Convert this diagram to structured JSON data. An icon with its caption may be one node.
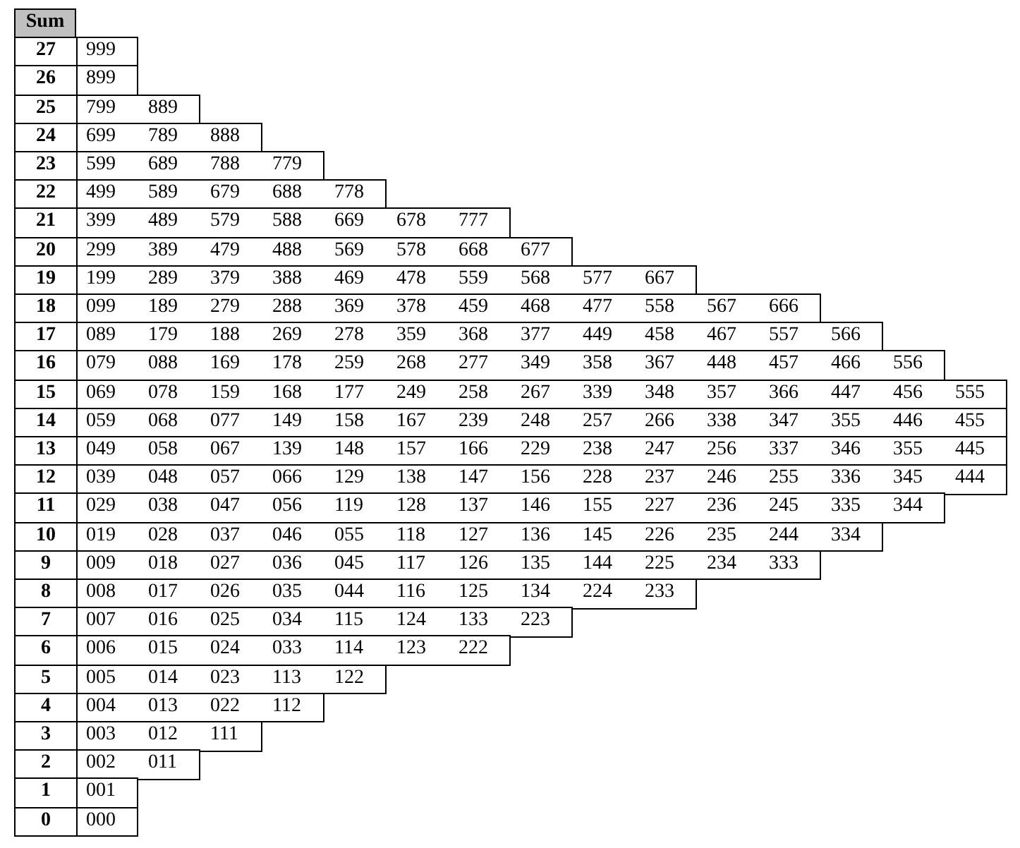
{
  "diagram": {
    "nodes": [
      {
        "text": [
          "Sum"
        ]
      },
      {
        "text": [
          "27",
          "999"
        ]
      },
      {
        "text": [
          "26",
          "899"
        ]
      },
      {
        "text": [
          "25",
          "799",
          "889"
        ]
      },
      {
        "text": [
          "24",
          "699",
          "789",
          "888"
        ]
      },
      {
        "text": [
          "23",
          "599",
          "689",
          "788",
          "779"
        ]
      },
      {
        "text": [
          "22",
          "499",
          "589",
          "679",
          "688",
          "778"
        ]
      },
      {
        "text": [
          "21",
          "399",
          "489",
          "579",
          "588",
          "669",
          "678",
          "777"
        ]
      },
      {
        "text": [
          "20",
          "299",
          "389",
          "479",
          "488",
          "569",
          "578",
          "668",
          "677"
        ]
      },
      {
        "text": [
          "19",
          "199",
          "289",
          "379",
          "388",
          "469",
          "478",
          "559",
          "568",
          "577",
          "667"
        ]
      },
      {
        "text": [
          "18",
          "099",
          "189",
          "279",
          "288",
          "369",
          "378",
          "459",
          "468",
          "477",
          "558",
          "567",
          "666"
        ]
      },
      {
        "text": [
          "17",
          "089",
          "179",
          "188",
          "269",
          "278",
          "359",
          "368",
          "377",
          "449",
          "458",
          "467",
          "557",
          "566"
        ]
      },
      {
        "text": [
          "16",
          "079",
          "088",
          "169",
          "178",
          "259",
          "268",
          "277",
          "349",
          "358",
          "367",
          "448",
          "457",
          "466",
          "556"
        ]
      },
      {
        "text": [
          "15",
          "069",
          "078",
          "159",
          "168",
          "177",
          "249",
          "258",
          "267",
          "339",
          "348",
          "357",
          "366",
          "447",
          "456",
          "555"
        ]
      },
      {
        "text": [
          "14",
          "059",
          "068",
          "077",
          "149",
          "158",
          "167",
          "239",
          "248",
          "257",
          "266",
          "338",
          "347",
          "355",
          "446",
          "455"
        ]
      },
      {
        "text": [
          "13",
          "049",
          "058",
          "067",
          "139",
          "148",
          "157",
          "166",
          "229",
          "238",
          "247",
          "256",
          "337",
          "346",
          "355",
          "445"
        ]
      },
      {
        "text": [
          "12",
          "039",
          "048",
          "057",
          "066",
          "129",
          "138",
          "147",
          "156",
          "228",
          "237",
          "246",
          "255",
          "336",
          "345",
          "444"
        ]
      },
      {
        "text": [
          "11",
          "029",
          "038",
          "047",
          "056",
          "119",
          "128",
          "137",
          "146",
          "155",
          "227",
          "236",
          "245",
          "335",
          "344"
        ]
      },
      {
        "text": [
          "10",
          "019",
          "028",
          "037",
          "046",
          "055",
          "118",
          "127",
          "136",
          "145",
          "226",
          "235",
          "244",
          "334"
        ]
      },
      {
        "text": [
          "9",
          "009",
          "018",
          "027",
          "036",
          "045",
          "117",
          "126",
          "135",
          "144",
          "225",
          "234",
          "333"
        ]
      },
      {
        "text": [
          "8",
          "008",
          "017",
          "026",
          "035",
          "044",
          "116",
          "125",
          "134",
          "224",
          "233"
        ]
      },
      {
        "text": [
          "7",
          "007",
          "016",
          "025",
          "034",
          "115",
          "124",
          "133",
          "223"
        ]
      },
      {
        "text": [
          "6",
          "006",
          "015",
          "024",
          "033",
          "114",
          "123",
          "222"
        ]
      },
      {
        "text": [
          "5",
          "005",
          "014",
          "023",
          "113",
          "122"
        ]
      },
      {
        "text": [
          "4",
          "004",
          "013",
          "022",
          "112"
        ]
      },
      {
        "text": [
          "3",
          "003",
          "012",
          "111"
        ]
      },
      {
        "text": [
          "2",
          "002",
          "011"
        ]
      },
      {
        "text": [
          "1",
          "001"
        ]
      },
      {
        "text": [
          "0",
          "000"
        ]
      }
    ]
  }
}
